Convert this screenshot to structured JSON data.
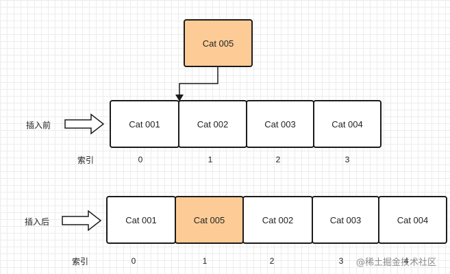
{
  "new_item": {
    "label": "Cat 005",
    "color": "#fdcc96"
  },
  "before": {
    "row_label": "插入前",
    "index_label": "索引",
    "items": [
      "Cat 001",
      "Cat 002",
      "Cat 003",
      "Cat 004"
    ],
    "indices": [
      "0",
      "1",
      "2",
      "3"
    ]
  },
  "after": {
    "row_label": "插入后",
    "index_label": "索引",
    "items": [
      "Cat 001",
      "Cat 005",
      "Cat 002",
      "Cat 003",
      "Cat 004"
    ],
    "indices": [
      "0",
      "1",
      "2",
      "3",
      "4"
    ],
    "highlight_index": 1
  },
  "watermark": "@稀土掘金技术社区"
}
